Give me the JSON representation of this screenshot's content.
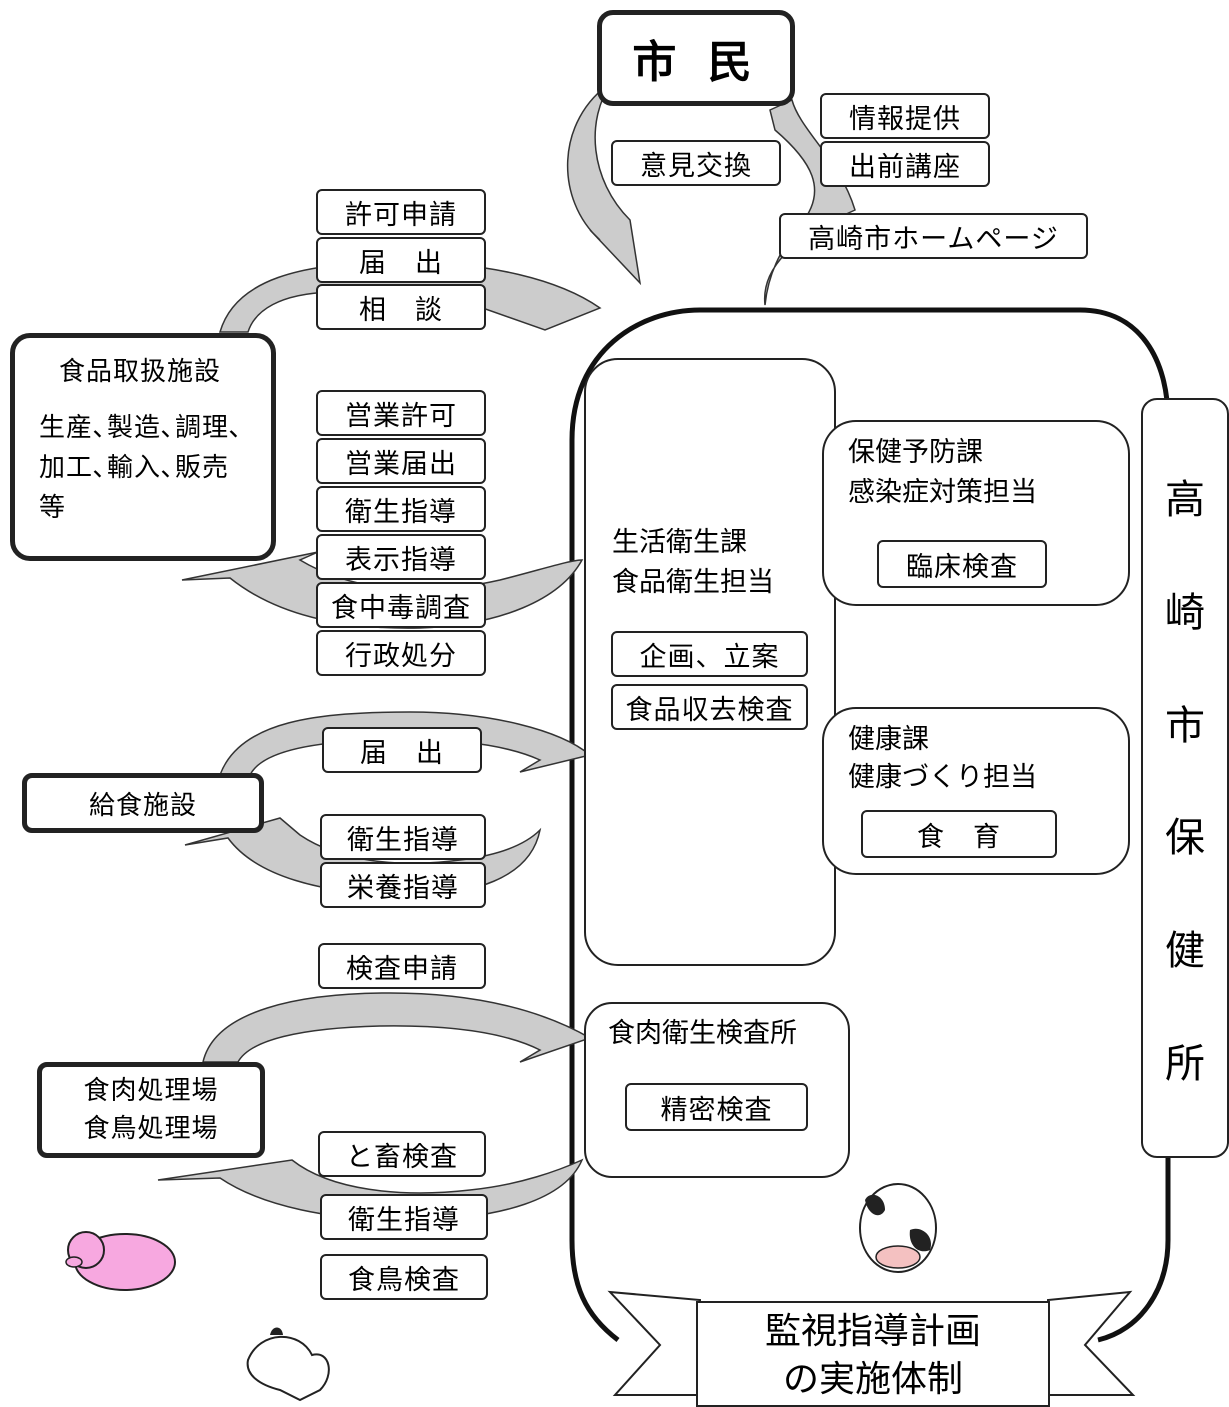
{
  "citizen": "市 民",
  "citizen_links": {
    "info": "情報提供",
    "opinion": "意見交換",
    "lecture": "出前講座",
    "homepage": "高崎市ホームページ"
  },
  "food_facility": {
    "title": "食品取扱施設",
    "line1": "生産､製造､調理､",
    "line2": "加工､輸入､販売",
    "line3": "等"
  },
  "food_inbound": [
    "許可申請",
    "届　出",
    "相　談"
  ],
  "food_outbound": [
    "営業許可",
    "営業届出",
    "衛生指導",
    "表示指導",
    "食中毒調査",
    "行政処分"
  ],
  "meal_facility": "給食施設",
  "meal_inbound": "届　出",
  "meal_outbound": [
    "衛生指導",
    "栄養指導"
  ],
  "slaughter": {
    "line1": "食肉処理場",
    "line2": "食鳥処理場"
  },
  "slaughter_inbound": "検査申請",
  "slaughter_outbound": [
    "と畜検査",
    "衛生指導",
    "食鳥検査"
  ],
  "life_hygiene": {
    "line1": "生活衛生課",
    "line2": "食品衛生担当",
    "planning": "企画、立案",
    "sampling": "食品収去検査"
  },
  "prevention": {
    "line1": "保健予防課",
    "line2": "感染症対策担当",
    "clinical": "臨床検査"
  },
  "health": {
    "line1": "健康課",
    "line2": "健康づくり担当",
    "food_ed": "食　育"
  },
  "meat_lab": {
    "title": "食肉衛生検査所",
    "detail": "精密検査"
  },
  "health_center": [
    "高",
    "崎",
    "市",
    "保",
    "健",
    "所"
  ],
  "banner": {
    "line1": "監視指導計画",
    "line2": "の実施体制"
  }
}
